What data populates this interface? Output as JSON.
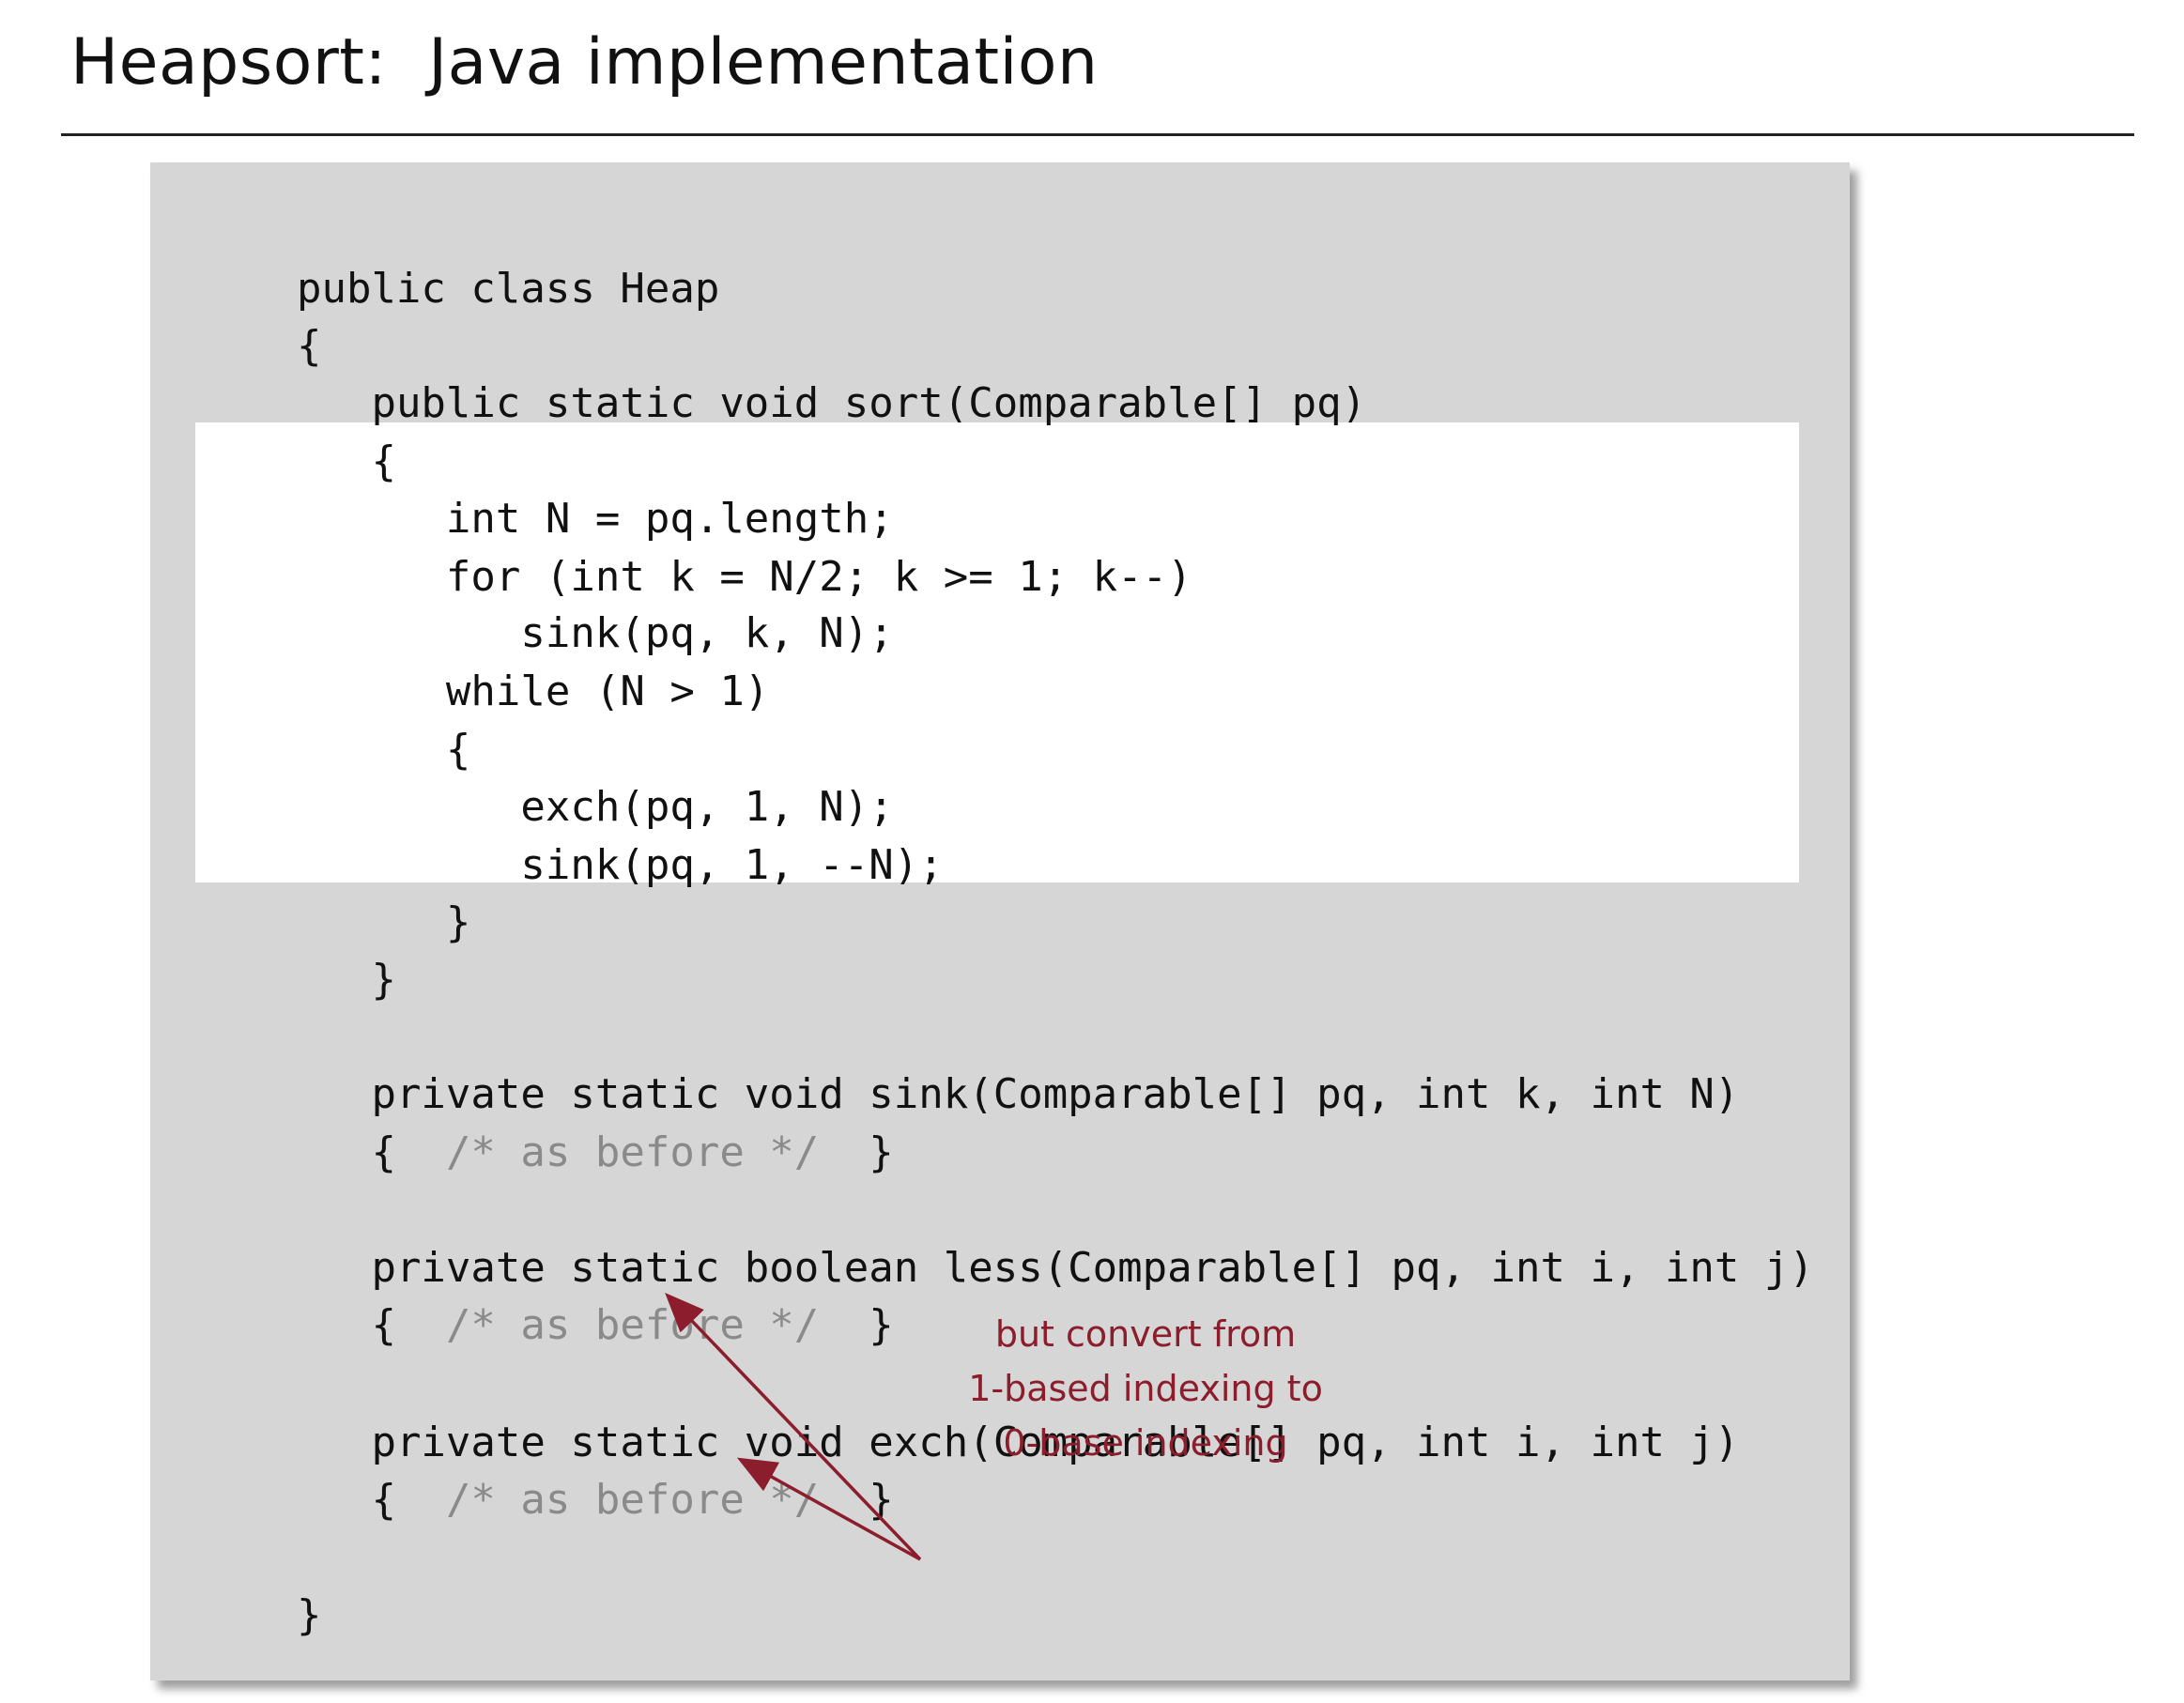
{
  "slide": {
    "title": "Heapsort:  Java implementation"
  },
  "code": {
    "lines": [
      {
        "indent": "",
        "text": "public class Heap"
      },
      {
        "indent": "",
        "text": "{"
      },
      {
        "indent": "   ",
        "text": "public static void sort(Comparable[] pq)"
      },
      {
        "indent": "   ",
        "text": "{"
      },
      {
        "indent": "      ",
        "text": "int N = pq.length;"
      },
      {
        "indent": "      ",
        "text": "for (int k = N/2; k >= 1; k--)"
      },
      {
        "indent": "         ",
        "text": "sink(pq, k, N);"
      },
      {
        "indent": "      ",
        "text": "while (N > 1)"
      },
      {
        "indent": "      ",
        "text": "{"
      },
      {
        "indent": "         ",
        "text": "exch(pq, 1, N);"
      },
      {
        "indent": "         ",
        "text": "sink(pq, 1, --N);"
      },
      {
        "indent": "      ",
        "text": "}"
      },
      {
        "indent": "   ",
        "text": "}"
      },
      {
        "indent": "",
        "text": ""
      },
      {
        "indent": "   ",
        "text": "private static void sink(Comparable[] pq, int k, int N)"
      },
      {
        "indent": "   ",
        "text": "{  ",
        "comment": "/* as before */",
        "tail": "  }"
      },
      {
        "indent": "",
        "text": ""
      },
      {
        "indent": "   ",
        "text": "private static boolean less(Comparable[] pq, int i, int j)"
      },
      {
        "indent": "   ",
        "text": "{  ",
        "comment": "/* as before */",
        "tail": "  }"
      },
      {
        "indent": "",
        "text": ""
      },
      {
        "indent": "   ",
        "text": "private static void exch(Comparable[] pq, int i, int j)"
      },
      {
        "indent": "   ",
        "text": "{  ",
        "comment": "/* as before */",
        "tail": "  }"
      },
      {
        "indent": "",
        "text": ""
      },
      {
        "indent": "",
        "text": "}"
      }
    ]
  },
  "annotation": {
    "lines": [
      "but convert from",
      "1-based indexing to",
      "0-base indexing"
    ]
  },
  "colors": {
    "panel_background": "#d6d6d6",
    "highlight_background": "#ffffff",
    "code_text": "#111111",
    "comment_text": "#8a8a8a",
    "annotation": "#8b1d2c"
  }
}
